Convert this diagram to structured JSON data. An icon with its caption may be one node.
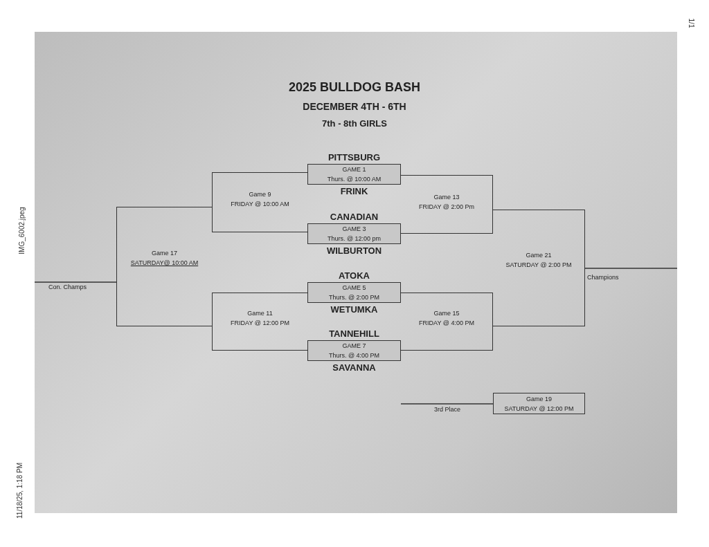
{
  "diagram": {
    "title": "2025 BULLDOG BASH",
    "nodes": [
      {
        "text": [
          "Game 9",
          "FRIDAY @ 10:00 AM"
        ]
      },
      {
        "text": [
          "GAME 1",
          "Thurs. @ 10:00 AM"
        ],
        "beside": [
          "PITTSBURG",
          "FRINK"
        ]
      },
      {
        "text": [
          "Game 13",
          "FRIDAY @ 2:00 Pm"
        ]
      },
      {
        "text": [
          "Game 17",
          "SATURDAY@ 10:00 AM"
        ]
      },
      {
        "text": [
          "GAME 3",
          "Thurs. @ 12:00 pm"
        ],
        "beside": [
          "CANADIAN",
          "WILBURTON"
        ]
      },
      {
        "text": [
          "Game 21",
          "SATURDAY @ 2:00 PM"
        ]
      },
      {
        "text": [
          "GAME 5",
          "Thurs. @ 2:00 PM"
        ],
        "beside": [
          "ATOKA",
          "WETUMKA"
        ]
      },
      {
        "text": [
          "Game 11",
          "FRIDAY @ 12:00 PM"
        ]
      },
      {
        "text": [
          "Game 15",
          "FRIDAY @ 4:00 PM"
        ]
      },
      {
        "text": [
          "GAME 7",
          "Thurs. @ 4:00 PM"
        ],
        "beside": [
          "TANNEHILL",
          "SAVANNA"
        ]
      },
      {
        "text": [
          "Game 19",
          "SATURDAY @ 12:00 PM"
        ]
      }
    ],
    "edges": [
      {
        "from": 3,
        "to": null,
        "arrow": "none",
        "label": "Con. Champs"
      },
      {
        "from": 5,
        "to": null,
        "arrow": "none",
        "label": "Champions"
      },
      {
        "from": 10,
        "to": null,
        "arrow": "none",
        "label": "3rd Place"
      }
    ],
    "labels": [
      "DECEMBER 4TH - 6TH",
      "7th - 8th GIRLS",
      "1/1",
      "IMG_6002.jpeg",
      "11/18/25, 1:18 PM"
    ]
  }
}
